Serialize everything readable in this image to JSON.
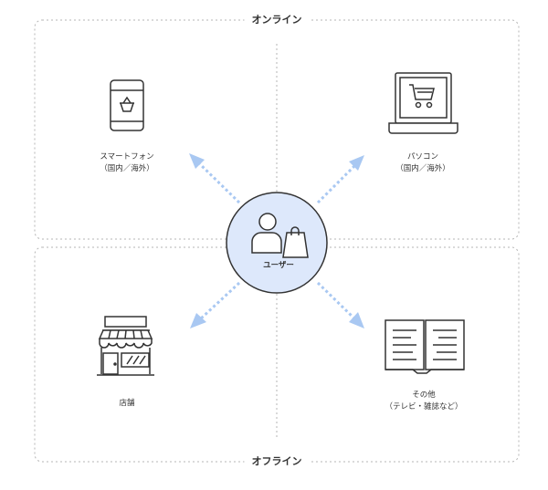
{
  "regions": {
    "online": "オンライン",
    "offline": "オフライン"
  },
  "center": {
    "label": "ユーザー",
    "icon": "user-shopping-bag-icon"
  },
  "nodes": {
    "smartphone": {
      "line1": "スマートフォン",
      "line2": "（国内／海外）",
      "icon": "smartphone-basket-icon"
    },
    "pc": {
      "line1": "パソコン",
      "line2": "（国内／海外）",
      "icon": "laptop-cart-icon"
    },
    "store": {
      "line1": "店舗",
      "icon": "storefront-icon"
    },
    "other": {
      "line1": "その他",
      "line2": "（テレビ・雑誌など）",
      "icon": "open-magazine-icon"
    }
  },
  "colors": {
    "accent_blue": "#a9c8f2",
    "center_fill": "#dde8fb",
    "stroke": "#333333",
    "dashed_border": "#b5b5b5"
  }
}
